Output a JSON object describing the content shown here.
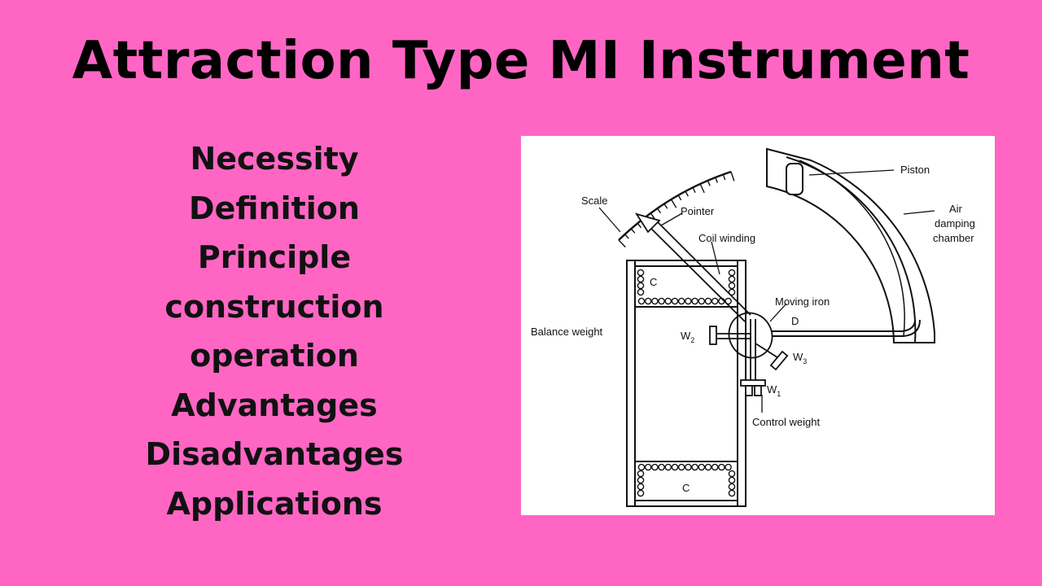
{
  "title": "Attraction Type MI Instrument",
  "topics": [
    "Necessity",
    "Definition",
    "Principle",
    "construction",
    "operation",
    "Advantages",
    "Disadvantages",
    "Applications"
  ],
  "diagram": {
    "labels": {
      "scale": "Scale",
      "pointer": "Pointer",
      "coil_winding": "Coil winding",
      "piston": "Piston",
      "air_line1": "Air",
      "air_line2": "damping",
      "air_line3": "chamber",
      "moving_iron": "Moving iron",
      "d": "D",
      "balance_weight": "Balance weight",
      "w2": "W",
      "w2_sub": "2",
      "w3": "W",
      "w3_sub": "3",
      "w1": "W",
      "w1_sub": "1",
      "control_weight": "Control weight",
      "c_top": "C",
      "c_bottom": "C"
    }
  },
  "colors": {
    "background": "#ff66c4",
    "text": "#000000",
    "figure_bg": "#ffffff"
  }
}
